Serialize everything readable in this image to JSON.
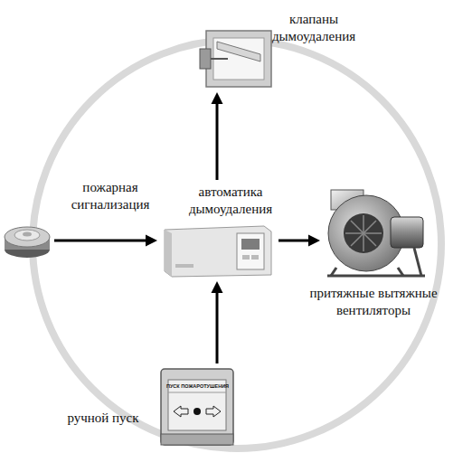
{
  "diagram": {
    "nodes": [
      {
        "text": [
          "клапаны дымоудаления"
        ]
      },
      {
        "text": [
          "пожарная сигнализация"
        ]
      },
      {
        "text": [
          "автоматика дымоудаления"
        ]
      },
      {
        "text": [
          "притяжные вытяжные вентиляторы"
        ]
      },
      {
        "text": [
          "ручной пуск",
          "ПУСК ПОЖАРОТУШЕНИЯ"
        ]
      }
    ],
    "edges": [
      {
        "from": 1,
        "to": 2,
        "arrow": "to"
      },
      {
        "from": 2,
        "to": 0,
        "arrow": "to"
      },
      {
        "from": 2,
        "to": 3,
        "arrow": "to"
      },
      {
        "from": 4,
        "to": 2,
        "arrow": "to"
      }
    ]
  }
}
